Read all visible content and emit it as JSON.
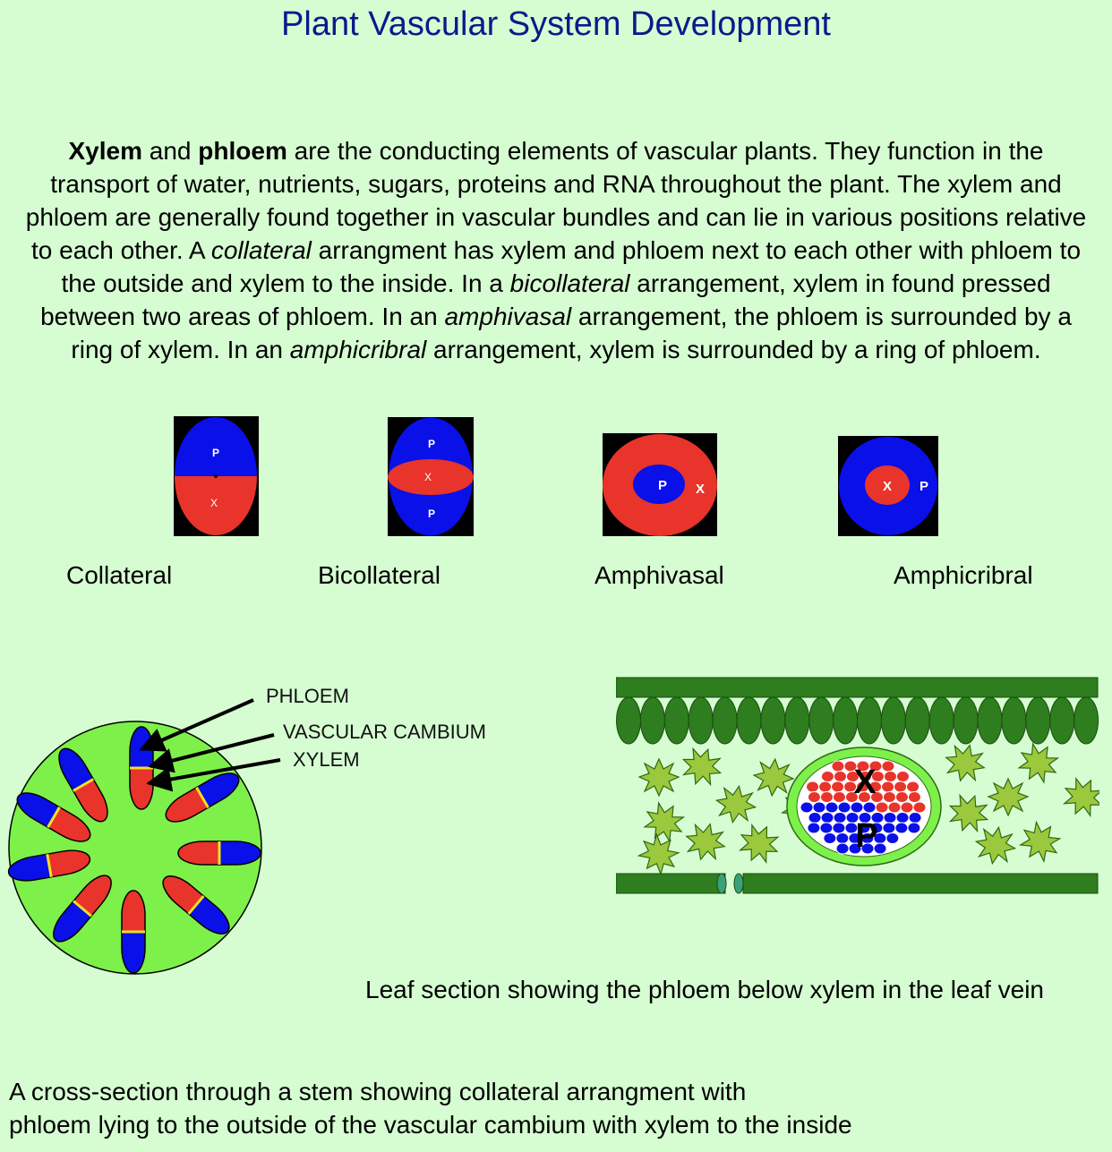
{
  "title": "Plant Vascular System Development",
  "intro": {
    "p1": "Xylem",
    "p2": " and ",
    "p3": "phloem",
    "p4": " are the conducting elements of vascular plants. They function in the transport of water, nutrients, sugars, proteins and RNA throughout the plant. The xylem and phloem are generally found together in vascular bundles and can lie in various positions relative to each other. A ",
    "p5": "collateral",
    "p6": " arrangment has xylem and phloem next to each other with phloem to the outside and xylem to the inside. In a ",
    "p7": "bicollateral",
    "p8": " arrangement, xylem in found pressed between two areas of phloem. In an ",
    "p9": "amphivasal",
    "p10": " arrangement, the phloem is surrounded by a ring of xylem. In an ",
    "p11": "amphicribral",
    "p12": " arrangement, xylem is surrounded by a ring of phloem."
  },
  "arrangements": {
    "collateral": "Collateral",
    "bicollateral": "Bicollateral",
    "amphivasal": "Amphivasal",
    "amphicribral": "Amphicribral",
    "letter_p": "P",
    "letter_x": "X",
    "letter_p_small": "P",
    "letter_x_small": "X"
  },
  "stem": {
    "phloem_label": "PHLOEM",
    "cambium_label": "VASCULAR CAMBIUM",
    "xylem_label": "XYLEM",
    "caption_line1": "A cross-section through a stem showing collateral arrangment with",
    "caption_line2": "phloem lying to the outside of the vascular cambium with xylem to the inside"
  },
  "leaf": {
    "x_label": "X",
    "p_label": "P",
    "caption": "Leaf section showing the phloem below xylem in the leaf vein"
  },
  "colors": {
    "background": "#d6fdd2",
    "title": "#0a1a8c",
    "xylem": "#e8342a",
    "phloem": "#0a10e8",
    "stem": "#7ef04a",
    "leaf_dark": "#2e7d1e",
    "mesophyll": "#9bc83c"
  }
}
